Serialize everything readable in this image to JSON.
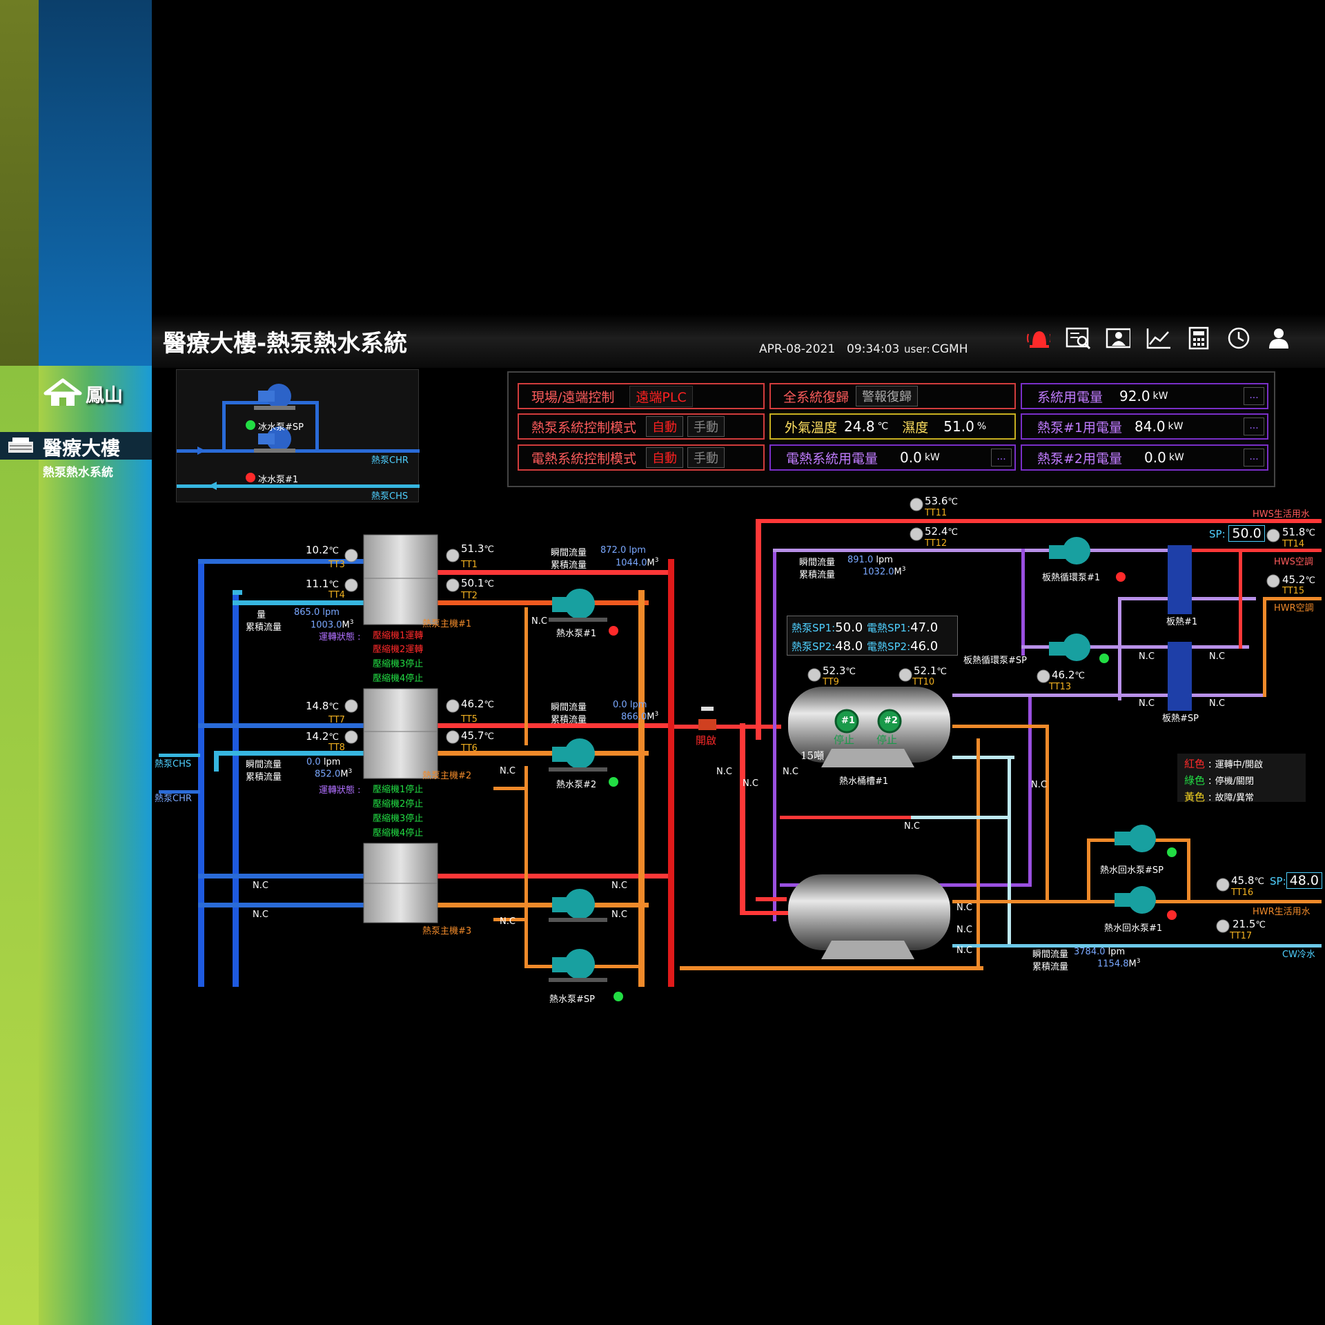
{
  "app": {
    "title": "醫療大樓-熱泵熱水系統",
    "date": "APR-08-2021",
    "time": "09:34:03",
    "user_label": "user:",
    "user": "CGMH"
  },
  "sidebar": {
    "home": "鳳山",
    "selected": "醫療大樓",
    "sub": "熱泵熱水系統"
  },
  "toolbar": [
    "alarm-bell-icon",
    "report-search-icon",
    "user-card-icon",
    "trend-chart-icon",
    "calculator-icon",
    "clock-icon",
    "user-icon"
  ],
  "mini_panel": {
    "pump_sp": "冰水泵#SP",
    "pump_1": "冰水泵#1",
    "chr": "熱泵CHR",
    "chs": "熱泵CHS"
  },
  "control": {
    "local_remote_label": "現場/遠端控制",
    "local_remote_value": "遠端PLC",
    "hp_mode_label": "熱泵系統控制模式",
    "eh_mode_label": "電熱系統控制模式",
    "auto": "自動",
    "manual": "手動",
    "reset_label": "全系統復歸",
    "reset_btn": "警報復歸",
    "outdoor_label": "外氣溫度",
    "outdoor_temp": "24.8",
    "temp_unit": "℃",
    "humidity_label": "濕度",
    "humidity": "51.0",
    "humidity_unit": "%",
    "eh_power_label": "電熱系統用電量",
    "eh_power": "0.0",
    "sys_power_label": "系統用電量",
    "sys_power": "92.0",
    "hp1_power_label": "熱泵#1用電量",
    "hp1_power": "84.0",
    "hp2_power_label": "熱泵#2用電量",
    "hp2_power": "0.0",
    "kw": "kW",
    "dots": "..."
  },
  "diagram": {
    "tt3": "10.2",
    "tt1": "51.3",
    "tt4": "11.1",
    "tt2": "50.1",
    "tt7": "14.8",
    "tt5": "46.2",
    "tt8": "14.2",
    "tt6": "45.7",
    "tt11": "53.6",
    "tt12": "52.4",
    "tt14": "51.8",
    "tt15": "45.2",
    "tt9": "52.3",
    "tt10": "52.1",
    "tt13": "46.2",
    "tt16": "45.8",
    "tt17": "21.5",
    "tags": {
      "tt1": "TT1",
      "tt2": "TT2",
      "tt3": "TT3",
      "tt4": "TT4",
      "tt5": "TT5",
      "tt6": "TT6",
      "tt7": "TT7",
      "tt8": "TT8",
      "tt9": "TT9",
      "tt10": "TT10",
      "tt11": "TT11",
      "tt12": "TT12",
      "tt13": "TT13",
      "tt14": "TT14",
      "tt15": "TT15",
      "tt16": "TT16",
      "tt17": "TT17"
    },
    "c": "℃",
    "lpm": "lpm",
    "m3": "M",
    "inst_flow": "瞬間流量",
    "total_flow": "累積流量",
    "flow_hot1": "872.0",
    "total_hot1": "1044.0",
    "flow_chw1": "865.0",
    "total_chw1": "1003.0",
    "flow_hot2": "0.0",
    "total_hot2": "866.0",
    "flow_chw2": "0.0",
    "total_chw2": "852.0",
    "flow_right": "891.0",
    "total_right": "1032.0",
    "flow_cw": "3784.0",
    "total_cw": "1154.8",
    "chw1_label_part": "量",
    "state_label": "運轉狀態 :",
    "hp1_comp": [
      "壓縮機1運轉",
      "壓縮機2運轉",
      "壓縮機3停止",
      "壓縮機4停止"
    ],
    "hp2_comp": [
      "壓縮機1停止",
      "壓縮機2停止",
      "壓縮機3停止",
      "壓縮機4停止"
    ],
    "hp1": "熱泵主機#1",
    "hp2": "熱泵主機#2",
    "hp3": "熱泵主機#3",
    "hwp1": "熱水泵#1",
    "hwp2": "熱水泵#2",
    "hwpsp": "熱水泵#SP",
    "hp_chs": "熱泵CHS",
    "hp_chr": "熱泵CHR",
    "valve_open": "開啟",
    "nc": "N.C",
    "tank1": "熱水桶槽#1",
    "tank_cap": "15噸",
    "tank_b1": "#1",
    "tank_b2": "#2",
    "stop": "停止",
    "sp_hp1_lbl": "熱泵SP1:",
    "sp_hp1": "50.0",
    "sp_eh1_lbl": "電熱SP1:",
    "sp_eh1": "47.0",
    "sp_hp2_lbl": "熱泵SP2:",
    "sp_hp2": "48.0",
    "sp_eh2_lbl": "電熱SP2:",
    "sp_eh2": "46.0",
    "phe_pump1": "板熱循環泵#1",
    "phe_pumpsp": "板熱循環泵#SP",
    "phe1": "板熱#1",
    "phesp": "板熱#SP",
    "hws_life": "HWS生活用水",
    "hws_ac": "HWS空調",
    "hwr_ac": "HWR空調",
    "hwr_life": "HWR生活用水",
    "cw": "CW冷水",
    "sp_label": "SP:",
    "sp_hws": "50.0",
    "sp_hwr": "48.0",
    "ret_pump_sp": "熱水回水泵#SP",
    "ret_pump_1": "熱水回水泵#1"
  },
  "legend": {
    "red_c": "紅色",
    "red_t": "運轉中/開啟",
    "green_c": "綠色",
    "green_t": "停機/關閉",
    "yellow_c": "黃色",
    "yellow_t": "故障/異常",
    "colors": {
      "red": "#ff2a2a",
      "green": "#22dd44",
      "yellow": "#f0d020"
    }
  }
}
